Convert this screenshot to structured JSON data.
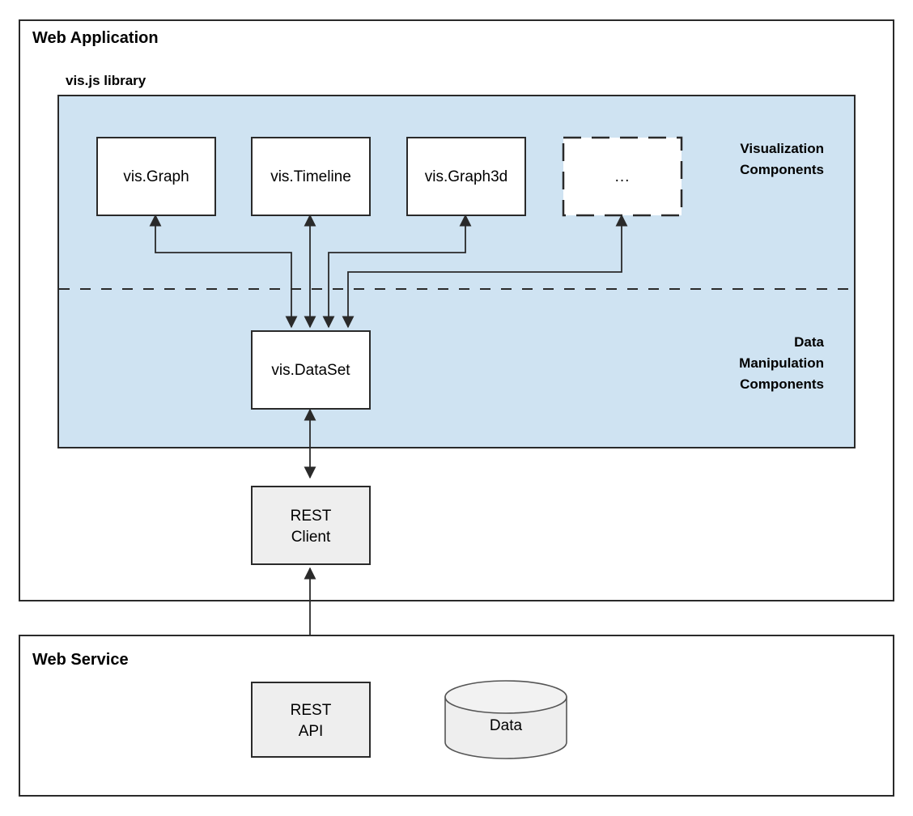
{
  "diagram": {
    "type": "architecture-block-diagram",
    "frames": [
      {
        "id": "web-application",
        "title": "Web Application"
      },
      {
        "id": "web-service",
        "title": "Web Service"
      }
    ],
    "library_panel": {
      "title": "vis.js library",
      "fill_color": "#cfe3f2",
      "sections": [
        {
          "id": "visualization",
          "label_line1": "Visualization",
          "label_line2": "Components"
        },
        {
          "id": "data-manipulation",
          "label_line1": "Data",
          "label_line2": "Manipulation",
          "label_line3": "Components"
        }
      ]
    },
    "nodes": {
      "vis_graph": {
        "label": "vis.Graph",
        "style": "solid",
        "fill": "#ffffff"
      },
      "vis_timeline": {
        "label": "vis.Timeline",
        "style": "solid",
        "fill": "#ffffff"
      },
      "vis_graph3d": {
        "label": "vis.Graph3d",
        "style": "solid",
        "fill": "#ffffff"
      },
      "more": {
        "label": "...",
        "style": "dashed",
        "fill": "#ffffff"
      },
      "vis_dataset": {
        "label": "vis.DataSet",
        "style": "solid",
        "fill": "#ffffff"
      },
      "rest_client": {
        "label_line1": "REST",
        "label_line2": "Client",
        "style": "solid",
        "fill": "#eeeeee"
      },
      "rest_api": {
        "label_line1": "REST",
        "label_line2": "API",
        "style": "solid",
        "fill": "#eeeeee"
      },
      "data_store": {
        "label": "Data",
        "style": "cylinder",
        "fill": "#eeeeee"
      }
    },
    "connections": [
      {
        "from": "vis_dataset",
        "to": "vis_graph",
        "direction": "both",
        "routing": "elbow"
      },
      {
        "from": "vis_dataset",
        "to": "vis_timeline",
        "direction": "both",
        "routing": "straight"
      },
      {
        "from": "vis_dataset",
        "to": "vis_graph3d",
        "direction": "both",
        "routing": "elbow"
      },
      {
        "from": "vis_dataset",
        "to": "more",
        "direction": "both",
        "routing": "elbow"
      },
      {
        "from": "vis_dataset",
        "to": "rest_client",
        "direction": "both",
        "routing": "straight"
      },
      {
        "from": "rest_client",
        "to": "rest_api",
        "direction": "both",
        "routing": "straight"
      },
      {
        "from": "rest_api",
        "to": "data_store",
        "direction": "both",
        "routing": "straight"
      }
    ],
    "colors": {
      "panel_fill": "#cfe3f2",
      "node_fill": "#ffffff",
      "gray_node_fill": "#eeeeee",
      "stroke": "#2a2a2a",
      "background": "#ffffff"
    }
  }
}
